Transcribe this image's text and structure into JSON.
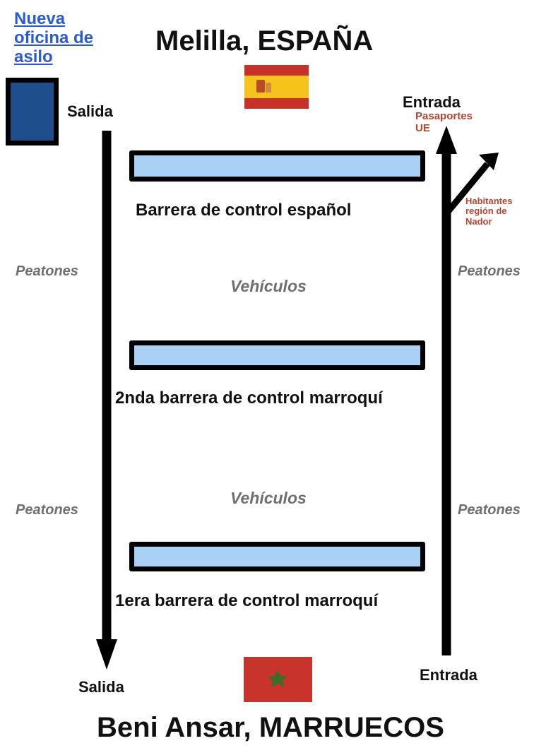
{
  "office": {
    "link_line1": "Nueva",
    "link_line2": "oficina de",
    "link_line3": "asilo"
  },
  "top": {
    "title": "Melilla, ESPAÑA",
    "exit_label": "Salida",
    "entry_label": "Entrada",
    "eu_line1": "Pasaportes",
    "eu_line2": "UE",
    "nador_line1": "Habitantes",
    "nador_line2": "región de",
    "nador_line3": "Nador"
  },
  "barriers": [
    {
      "label": "Barrera de control español"
    },
    {
      "label": "2nda barrera de control marroquí"
    },
    {
      "label": "1era barrera de control marroquí"
    }
  ],
  "lanes": {
    "pedestrians": "Peatones",
    "vehicles": "Vehículos"
  },
  "bottom": {
    "title": "Beni Ansar, MARRUECOS",
    "exit_label": "Salida",
    "entry_label": "Entrada"
  },
  "colors": {
    "barrier_fill": "#a9d0f5",
    "office_fill": "#1f4e8c",
    "link": "#2b5bd3",
    "annotation": "#b5452f",
    "pedestrian_text": "#6f6f6f",
    "spain_red": "#c8312a",
    "spain_yellow": "#f6c31c",
    "morocco_red": "#c8342b",
    "morocco_star": "#3f6b2a"
  }
}
